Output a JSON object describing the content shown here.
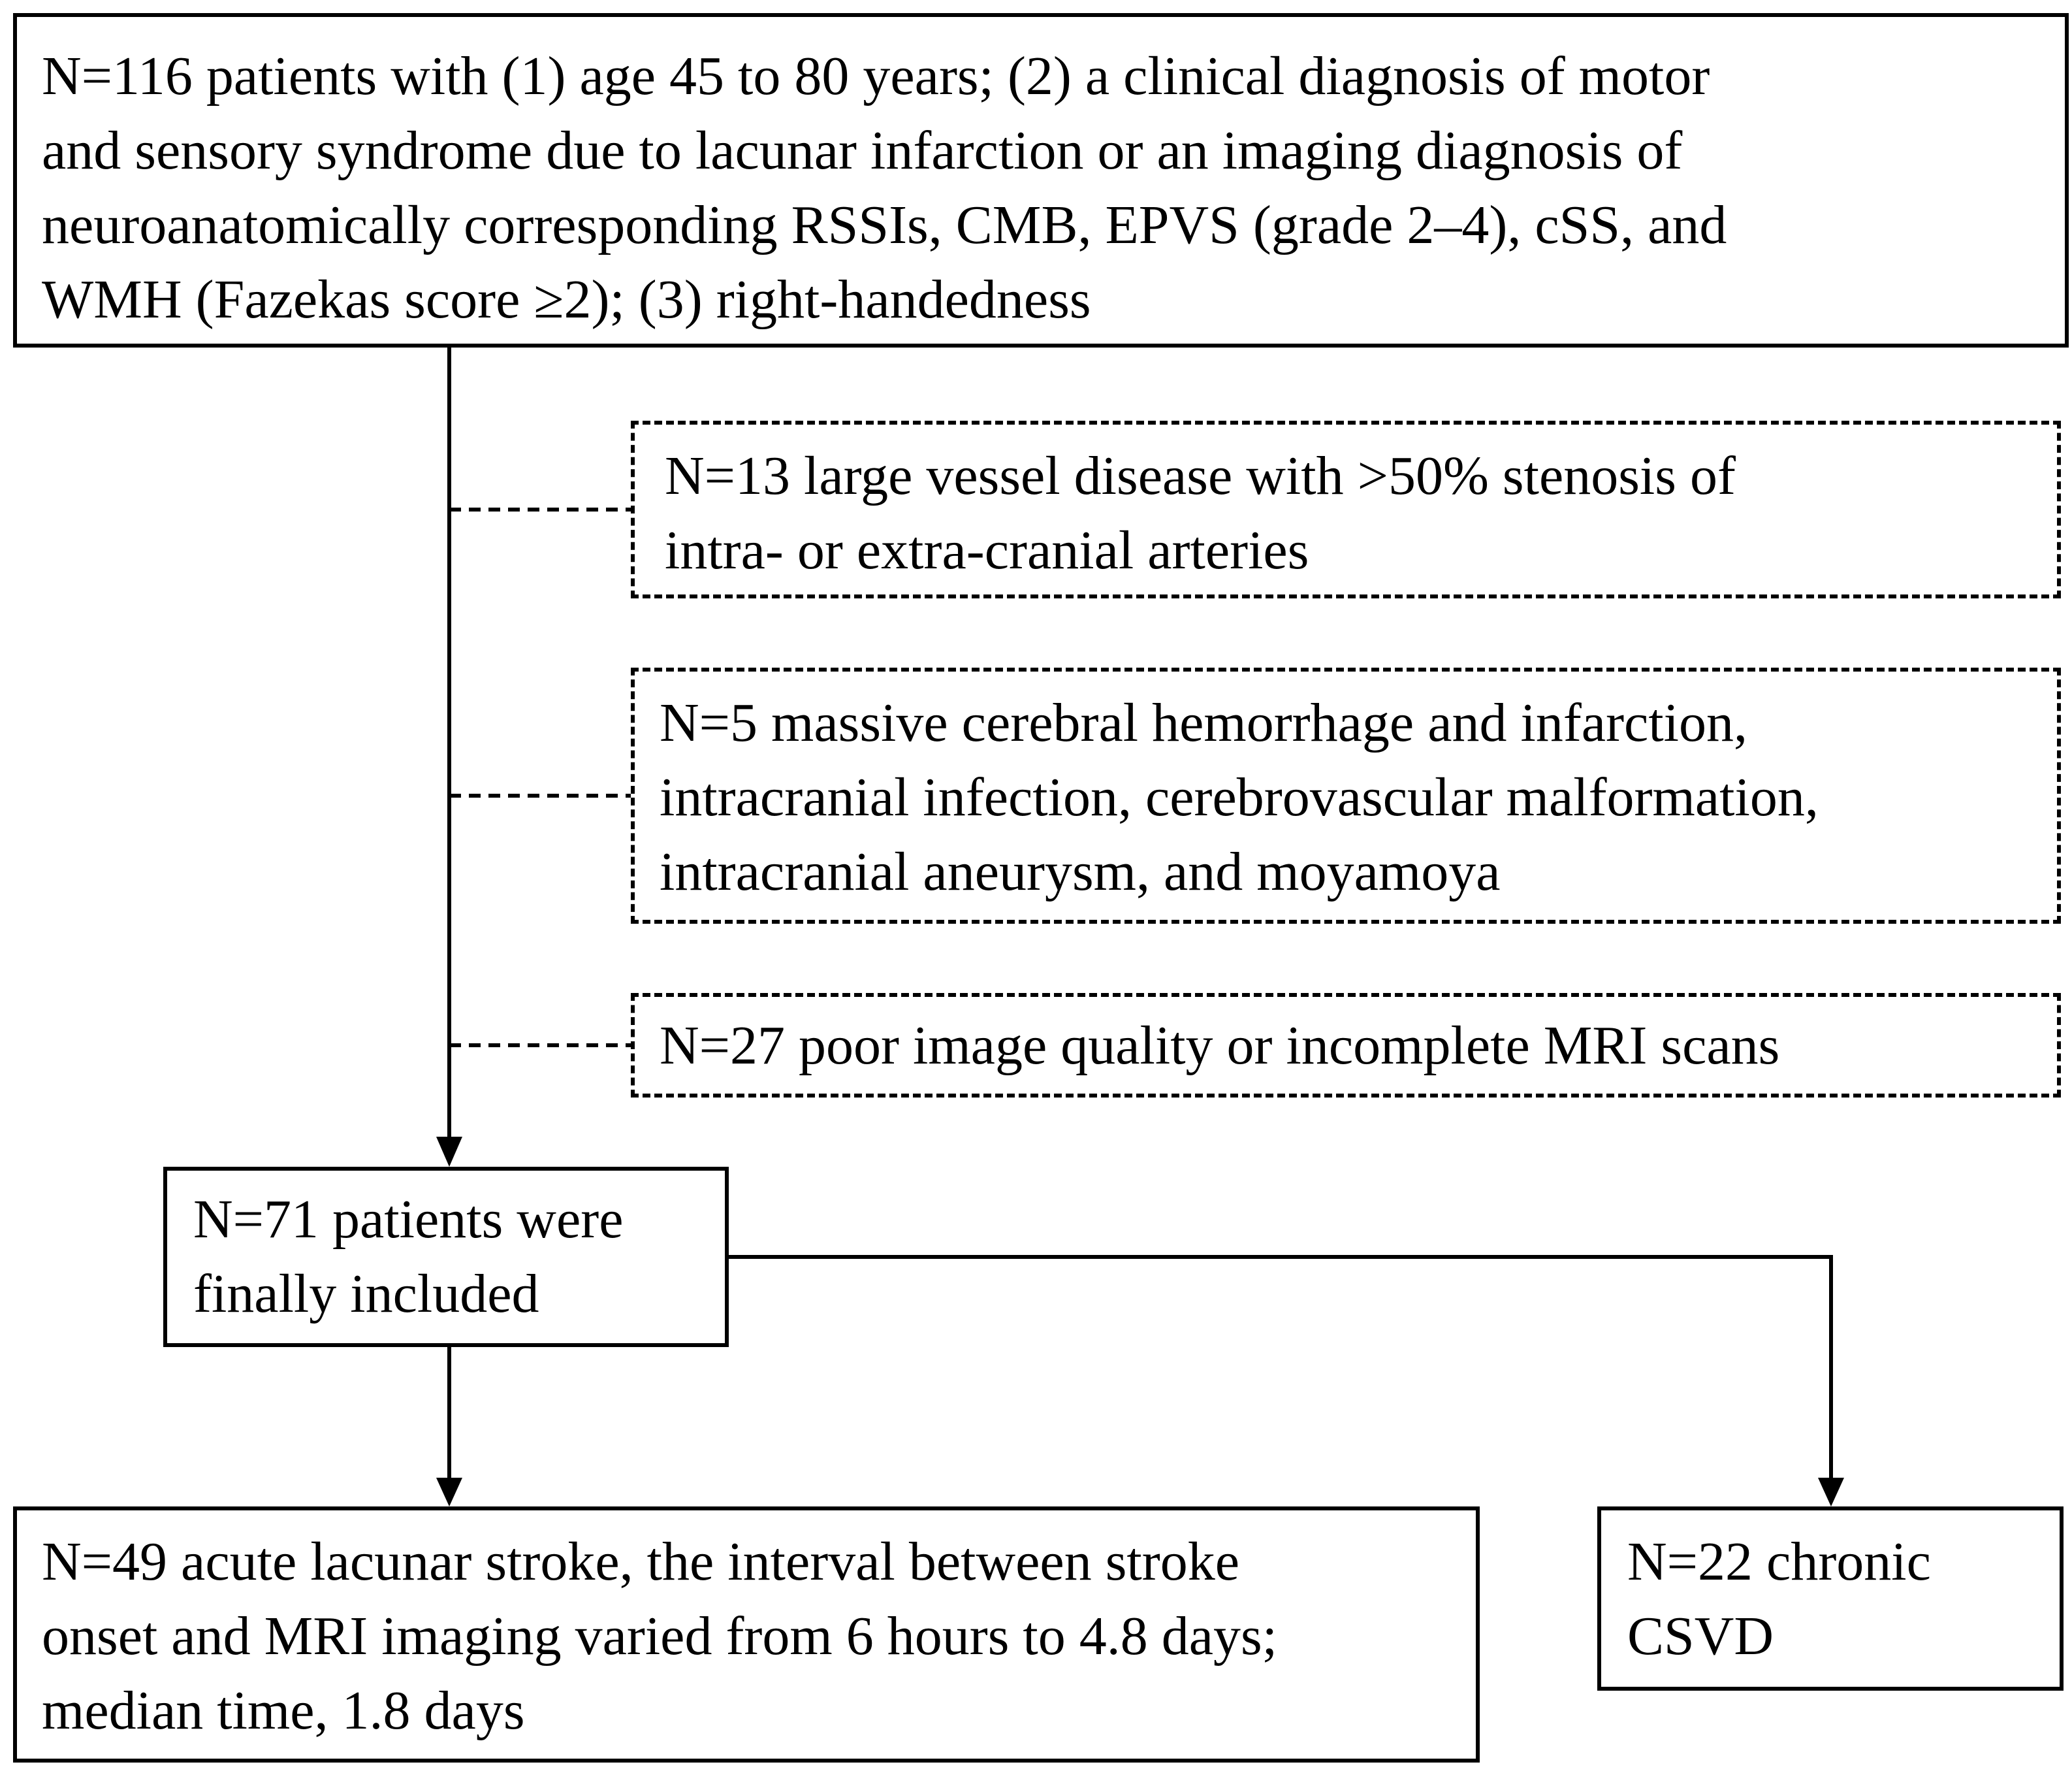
{
  "eligibility": {
    "lines": [
      "N=116 patients with (1) age 45 to 80 years; (2) a clinical diagnosis of motor",
      "and sensory syndrome due to lacunar infarction or an imaging diagnosis of",
      "neuroanatomically corresponding RSSIs, CMB, EPVS (grade 2–4), cSS, and",
      "WMH (Fazekas score ≥2); (3) right-handedness"
    ]
  },
  "exclusions": [
    {
      "lines": [
        "N=13 large vessel disease with >50% stenosis of",
        "intra- or extra-cranial arteries"
      ]
    },
    {
      "lines": [
        "N=5 massive cerebral hemorrhage and infarction,",
        "intracranial infection, cerebrovascular malformation,",
        "intracranial aneurysm, and moyamoya"
      ]
    },
    {
      "lines": [
        "N=27 poor image quality or incomplete MRI scans"
      ]
    }
  ],
  "included": {
    "lines": [
      "N=71 patients were",
      "finally included"
    ]
  },
  "acute": {
    "lines": [
      "N=49 acute lacunar stroke, the interval between stroke",
      "onset and MRI imaging varied from 6 hours to 4.8 days;",
      "median time, 1.8 days"
    ]
  },
  "chronic": {
    "lines": [
      "N=22 chronic",
      "CSVD"
    ]
  },
  "colors": {
    "line": "#000000",
    "background": "#ffffff"
  }
}
